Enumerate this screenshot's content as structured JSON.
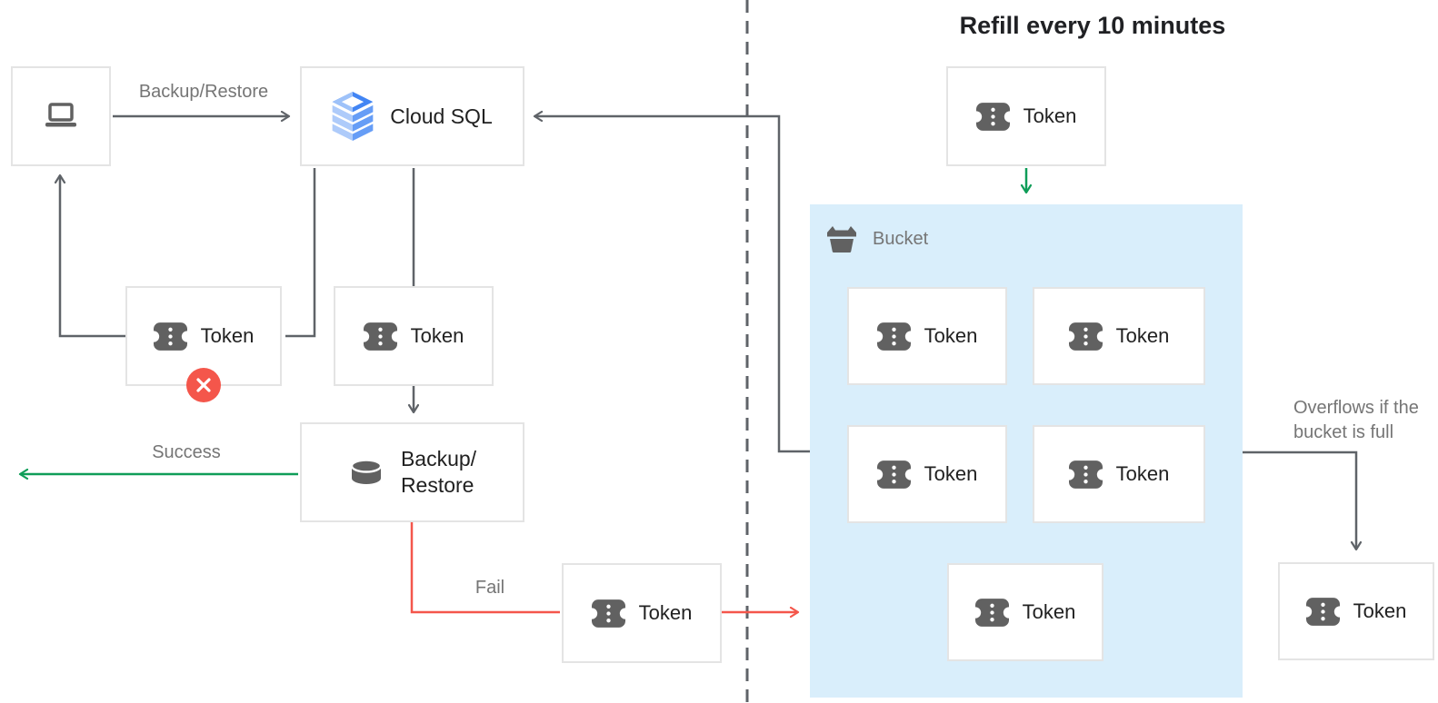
{
  "header": {
    "title": "Refill every 10 minutes"
  },
  "nodes": {
    "cloud_sql_label": "Cloud SQL",
    "backup_restore_line1": "Backup/",
    "backup_restore_line2": "Restore",
    "token_label": "Token",
    "bucket_label": "Bucket"
  },
  "edge_labels": {
    "backup_restore_request": "Backup/Restore",
    "success": "Success",
    "fail": "Fail",
    "overflow_line1": "Overflows if the",
    "overflow_line2": "bucket is full"
  },
  "colors": {
    "success_green": "#0f9d58",
    "fail_red": "#f4564b",
    "error_badge_red": "#f4564b",
    "bucket_fill": "#d9eefb",
    "wire_gray": "#5f6368",
    "label_gray": "#757575",
    "text_dark": "#212121",
    "box_border": "#e4e4e4"
  }
}
